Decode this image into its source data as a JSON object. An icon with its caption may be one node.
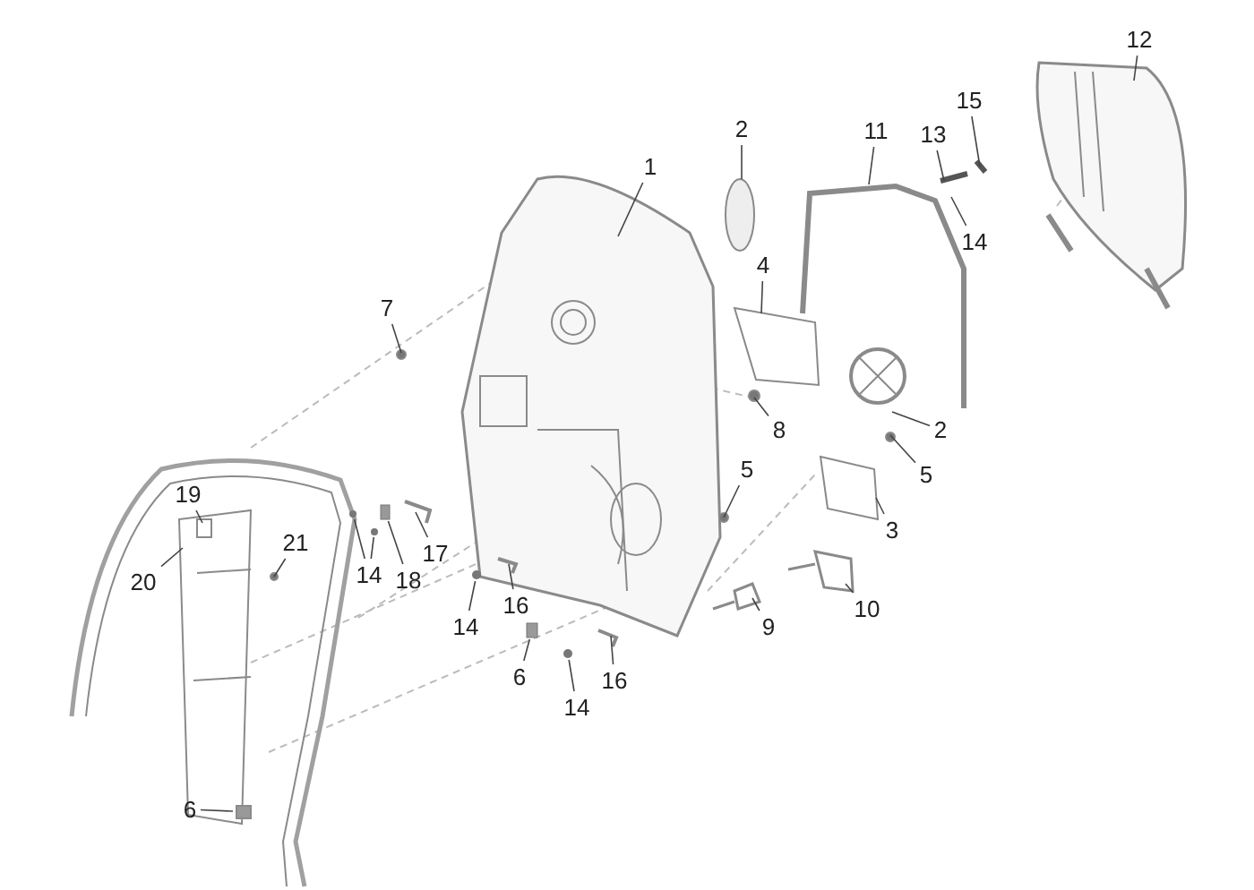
{
  "diagram": {
    "nodes": [
      {
        "text": [
          "1"
        ]
      },
      {
        "text": [
          "2"
        ]
      },
      {
        "text": [
          "11"
        ]
      },
      {
        "text": [
          "12"
        ]
      },
      {
        "text": [
          "15"
        ]
      },
      {
        "text": [
          "13"
        ]
      },
      {
        "text": [
          "14"
        ]
      },
      {
        "text": [
          "7"
        ]
      },
      {
        "text": [
          "4"
        ]
      },
      {
        "text": [
          "2"
        ]
      },
      {
        "text": [
          "8"
        ]
      },
      {
        "text": [
          "5"
        ]
      },
      {
        "text": [
          "5"
        ]
      },
      {
        "text": [
          "3"
        ]
      },
      {
        "text": [
          "19"
        ]
      },
      {
        "text": [
          "20"
        ]
      },
      {
        "text": [
          "21"
        ]
      },
      {
        "text": [
          "17"
        ]
      },
      {
        "text": [
          "14"
        ]
      },
      {
        "text": [
          "18"
        ]
      },
      {
        "text": [
          "14"
        ]
      },
      {
        "text": [
          "16"
        ]
      },
      {
        "text": [
          "6"
        ]
      },
      {
        "text": [
          "16"
        ]
      },
      {
        "text": [
          "14"
        ]
      },
      {
        "text": [
          "9"
        ]
      },
      {
        "text": [
          "10"
        ]
      },
      {
        "text": [
          "6"
        ]
      },
      {
        "text": [],
        "shape": "circle"
      },
      {
        "text": [],
        "shape": "circle"
      },
      {
        "text": [],
        "shape": "box"
      },
      {
        "text": [],
        "shape": "circle"
      },
      {
        "text": [],
        "shape": "box"
      },
      {
        "text": [],
        "shape": "circle"
      }
    ],
    "edges": [
      {
        "from": 0,
        "to": null,
        "arrow": "none"
      },
      {
        "from": 1,
        "to": null,
        "arrow": "none"
      },
      {
        "from": 2,
        "to": null,
        "arrow": "none"
      },
      {
        "from": 3,
        "to": null,
        "arrow": "none"
      },
      {
        "from": 4,
        "to": null,
        "arrow": "none"
      },
      {
        "from": 5,
        "to": null,
        "arrow": "none"
      },
      {
        "from": 6,
        "to": null,
        "arrow": "none"
      },
      {
        "from": 7,
        "to": null,
        "arrow": "none"
      },
      {
        "from": 8,
        "to": null,
        "arrow": "none"
      },
      {
        "from": 9,
        "to": null,
        "arrow": "none"
      },
      {
        "from": 10,
        "to": null,
        "arrow": "none"
      },
      {
        "from": 11,
        "to": null,
        "arrow": "none"
      },
      {
        "from": 12,
        "to": null,
        "arrow": "none"
      },
      {
        "from": 13,
        "to": null,
        "arrow": "none"
      },
      {
        "from": 14,
        "to": null,
        "arrow": "none"
      },
      {
        "from": 15,
        "to": null,
        "arrow": "none"
      },
      {
        "from": 16,
        "to": null,
        "arrow": "none"
      },
      {
        "from": 17,
        "to": null,
        "arrow": "none"
      },
      {
        "from": 18,
        "to": 28,
        "arrow": "none"
      },
      {
        "from": 18,
        "to": 29,
        "arrow": "none"
      },
      {
        "from": 19,
        "to": 30,
        "arrow": "none"
      },
      {
        "from": 20,
        "to": 31,
        "arrow": "none"
      },
      {
        "from": 21,
        "to": null,
        "arrow": "none"
      },
      {
        "from": 22,
        "to": 32,
        "arrow": "none"
      },
      {
        "from": 23,
        "to": null,
        "arrow": "none"
      },
      {
        "from": 24,
        "to": 33,
        "arrow": "none"
      },
      {
        "from": 25,
        "to": null,
        "arrow": "none"
      },
      {
        "from": 26,
        "to": null,
        "arrow": "none"
      },
      {
        "from": 27,
        "to": null,
        "arrow": "none"
      }
    ]
  }
}
